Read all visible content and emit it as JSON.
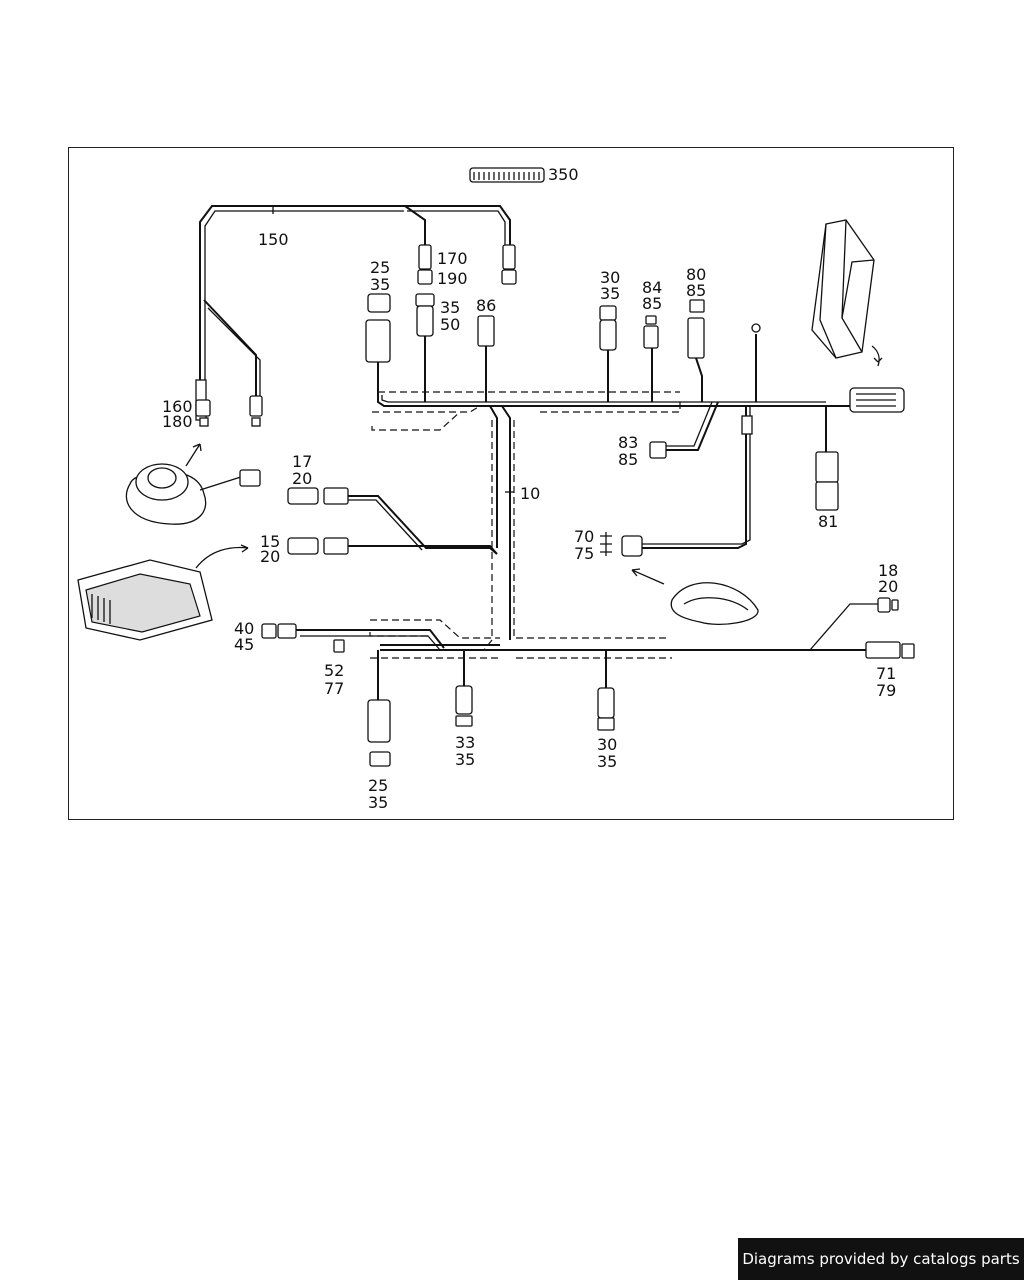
{
  "labels": {
    "l350": "350",
    "l150": "150",
    "l170": "170",
    "l190": "190",
    "l25a": "25",
    "l35a": "35",
    "l35b": "35",
    "l50": "50",
    "l86": "86",
    "l30a": "30",
    "l35c": "35",
    "l84": "84",
    "l85a": "85",
    "l80": "80",
    "l85b": "85",
    "l160": "160",
    "l180": "180",
    "l83": "83",
    "l85c": "85",
    "l81": "81",
    "l10": "10",
    "l17": "17",
    "l20a": "20",
    "l15": "15",
    "l20b": "20",
    "l70": "70",
    "l75": "75",
    "l18": "18",
    "l20c": "20",
    "l40": "40",
    "l45": "45",
    "l52": "52",
    "l77": "77",
    "l71": "71",
    "l79": "79",
    "l33": "33",
    "l35d": "35",
    "l30b": "30",
    "l35e": "35",
    "l25b": "25",
    "l35f": "35"
  },
  "footer": {
    "text": "Diagrams provided by catalogs parts"
  }
}
